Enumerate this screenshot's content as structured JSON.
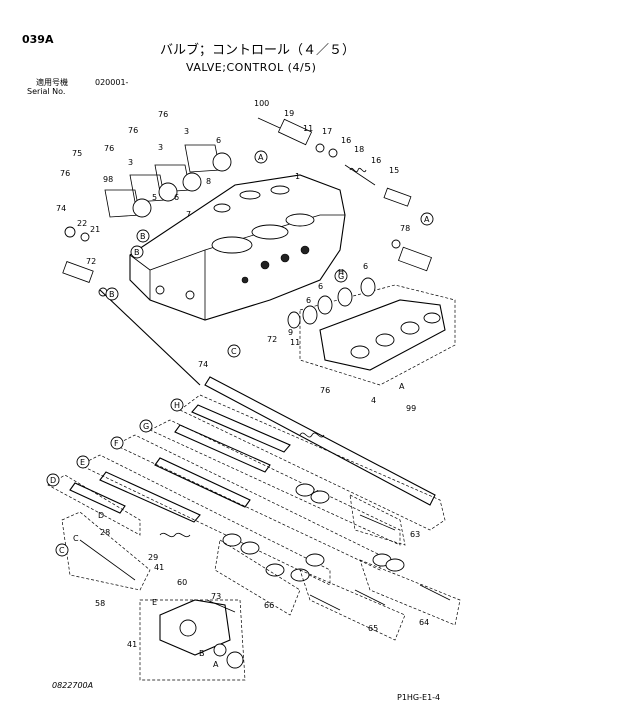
{
  "header": {
    "code": "039A",
    "title_jp": "バルブ；コントロール（４／５）",
    "title_en": "VALVE;CONTROL (4/5)",
    "serial_label_jp": "適用号機",
    "serial_value": "020001-",
    "serial_label_en": "Serial No."
  },
  "footer": {
    "drawing_no": "0822700A",
    "page_ref": "P1HG-E1-4"
  },
  "callouts": [
    {
      "t": "100"
    },
    {
      "t": "19"
    },
    {
      "t": "11"
    },
    {
      "t": "17"
    },
    {
      "t": "16"
    },
    {
      "t": "18"
    },
    {
      "t": "16"
    },
    {
      "t": "15"
    },
    {
      "t": "76"
    },
    {
      "t": "3"
    },
    {
      "t": "6"
    },
    {
      "t": "76"
    },
    {
      "t": "3"
    },
    {
      "t": "76"
    },
    {
      "t": "3"
    },
    {
      "t": "8"
    },
    {
      "t": "75"
    },
    {
      "t": "76"
    },
    {
      "t": "98"
    },
    {
      "t": "5"
    },
    {
      "t": "6"
    },
    {
      "t": "7"
    },
    {
      "t": "1"
    },
    {
      "t": "74"
    },
    {
      "t": "22"
    },
    {
      "t": "21"
    },
    {
      "t": "72"
    },
    {
      "t": "78"
    },
    {
      "t": "6"
    },
    {
      "t": "6"
    },
    {
      "t": "6"
    },
    {
      "t": "6"
    },
    {
      "t": "9"
    },
    {
      "t": "11"
    },
    {
      "t": "72"
    },
    {
      "t": "74"
    },
    {
      "t": "76"
    },
    {
      "t": "4"
    },
    {
      "t": "99"
    },
    {
      "t": "A"
    },
    {
      "t": "63"
    },
    {
      "t": "28"
    },
    {
      "t": "29"
    },
    {
      "t": "41"
    },
    {
      "t": "60"
    },
    {
      "t": "73"
    },
    {
      "t": "41"
    },
    {
      "t": "58"
    },
    {
      "t": "66"
    },
    {
      "t": "65"
    },
    {
      "t": "64"
    },
    {
      "t": "B"
    },
    {
      "t": "A"
    },
    {
      "t": "E"
    },
    {
      "t": "D"
    },
    {
      "t": "C"
    }
  ],
  "circle_labels": [
    {
      "t": "A"
    },
    {
      "t": "A"
    },
    {
      "t": "B"
    },
    {
      "t": "B"
    },
    {
      "t": "B"
    },
    {
      "t": "C"
    },
    {
      "t": "G"
    },
    {
      "t": "H"
    },
    {
      "t": "H"
    },
    {
      "t": "G"
    },
    {
      "t": "F"
    },
    {
      "t": "E"
    },
    {
      "t": "D"
    },
    {
      "t": "C"
    }
  ]
}
